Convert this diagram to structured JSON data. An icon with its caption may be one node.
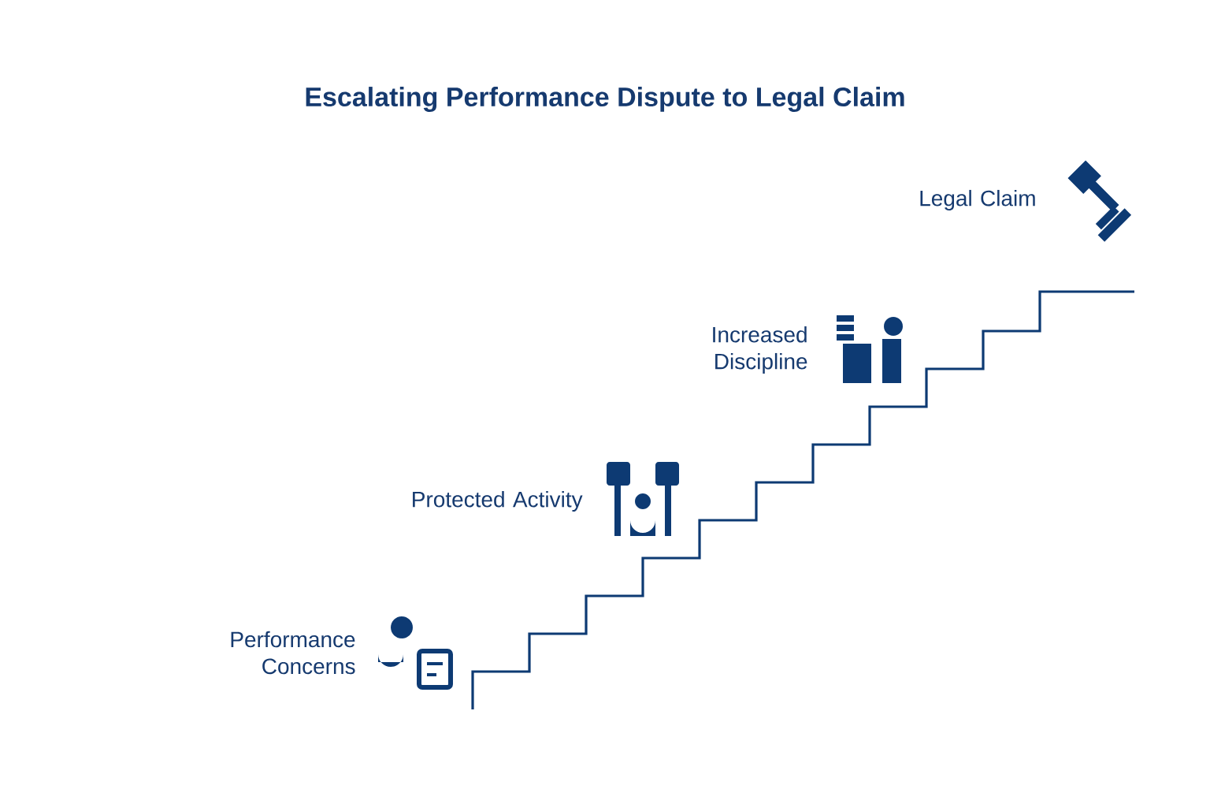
{
  "diagram": {
    "title": "Escalating Performance Dispute to Legal Claim",
    "labels": [
      "Legal Claim",
      "Increased Discipline",
      "Protected Activity",
      "Performance Concerns"
    ]
  }
}
